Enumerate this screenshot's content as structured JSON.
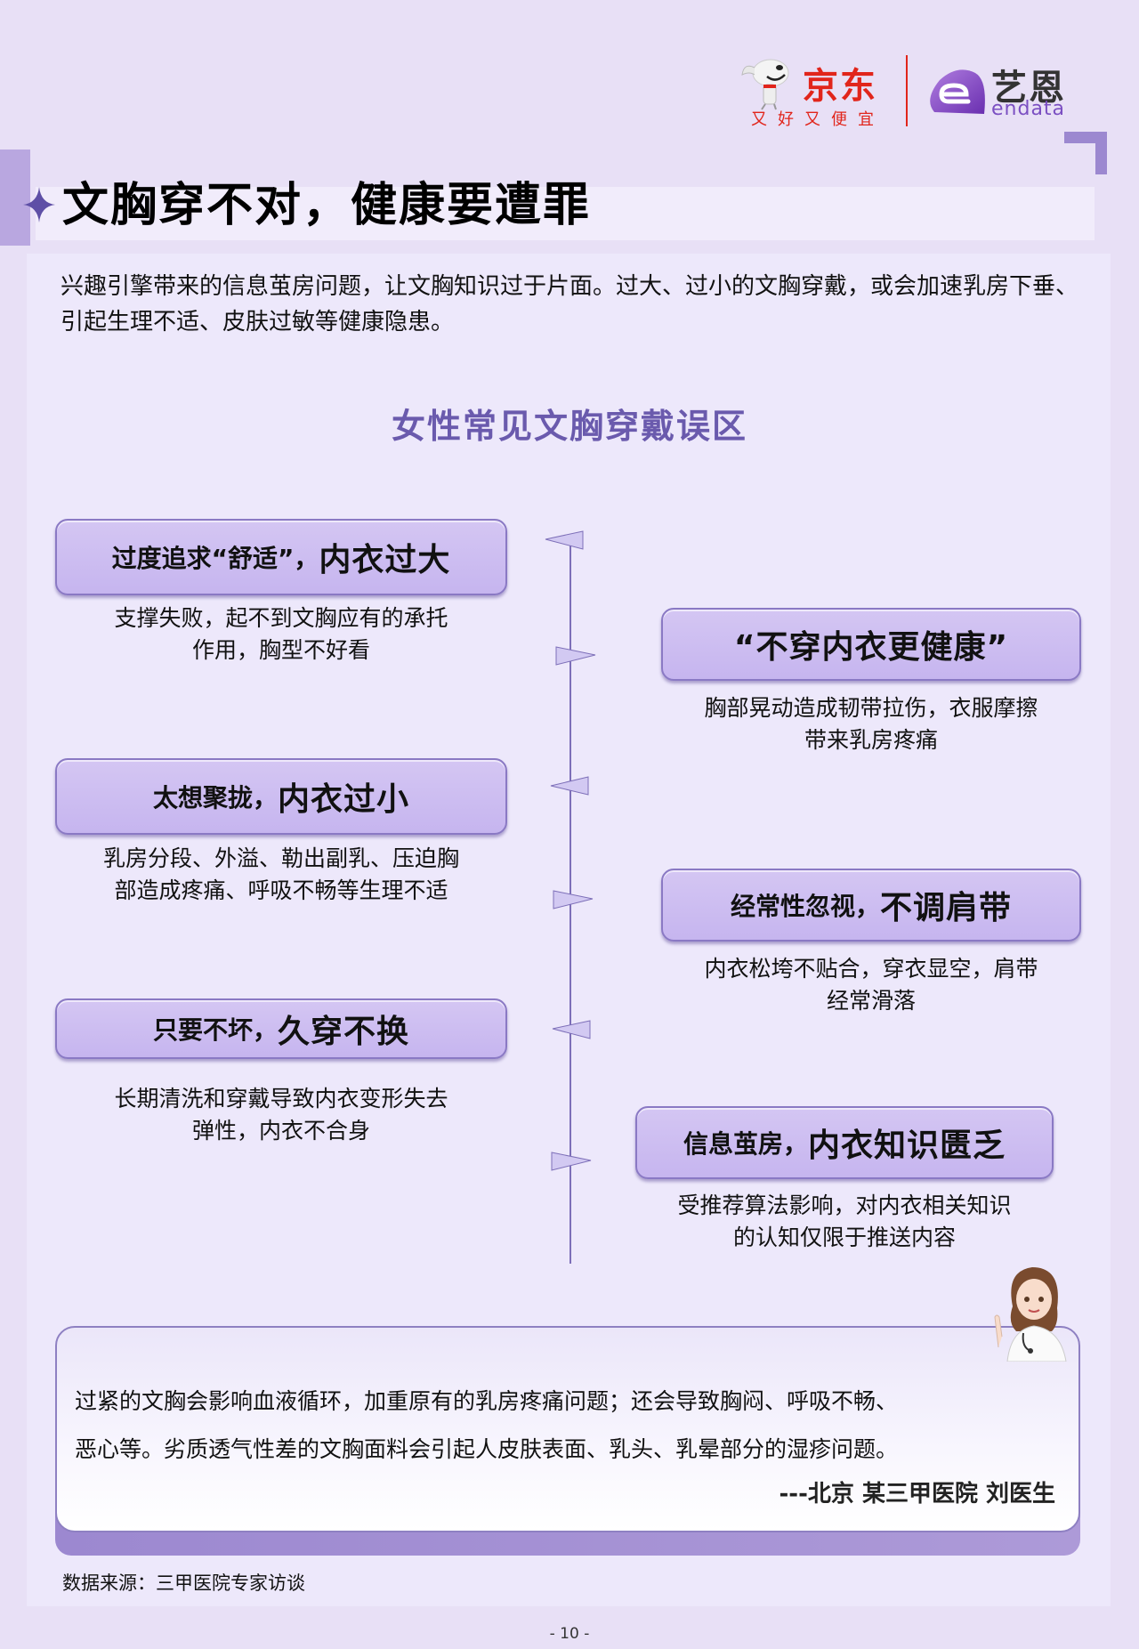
{
  "header": {
    "jd_logo": {
      "icon": "jd-dog-mascot-icon",
      "name": "京东",
      "slogan": "又好又便宜",
      "color": "#e1251b"
    },
    "endata_logo": {
      "icon": "endata-e-icon",
      "name_cn": "艺恩",
      "name_en": "endata",
      "color": "#7b4fc2"
    }
  },
  "page_title": "文胸穿不对，健康要遭罪",
  "intro": "兴趣引擎带来的信息茧房问题，让文胸知识过于片面。过大、过小的文胸穿戴，或会加速乳房下垂、引起生理不适、皮肤过敏等健康隐患。",
  "section_title": "女性常见文胸穿戴误区",
  "myths": [
    {
      "side": "left",
      "lead": "过度追求“舒适”，",
      "emphasis": "内衣过大",
      "desc_line1": "支撑失败，起不到文胸应有的承托",
      "desc_line2": "作用，胸型不好看"
    },
    {
      "side": "right",
      "lead": "",
      "emphasis": "“不穿内衣更健康”",
      "desc_line1": "胸部晃动造成韧带拉伤，衣服摩擦",
      "desc_line2": "带来乳房疼痛"
    },
    {
      "side": "left",
      "lead": "太想聚拢，",
      "emphasis": "内衣过小",
      "desc_line1": "乳房分段、外溢、勒出副乳、压迫胸",
      "desc_line2": "部造成疼痛、呼吸不畅等生理不适"
    },
    {
      "side": "right",
      "lead": "经常性忽视，",
      "emphasis": "不调肩带",
      "desc_line1": "内衣松垮不贴合，穿衣显空，肩带",
      "desc_line2": "经常滑落"
    },
    {
      "side": "left",
      "lead": "只要不坏，",
      "emphasis": "久穿不换",
      "desc_line1": "长期清洗和穿戴导致内衣变形失去",
      "desc_line2": "弹性，内衣不合身"
    },
    {
      "side": "right",
      "lead": "信息茧房，",
      "emphasis": "内衣知识匮乏",
      "desc_line1": "受推荐算法影响，对内衣相关知识",
      "desc_line2": "的认知仅限于推送内容"
    }
  ],
  "quote": {
    "line1": "过紧的文胸会影响血液循环，加重原有的乳房疼痛问题；还会导致胸闷、呼吸不畅、",
    "line2": "恶心等。劣质透气性差的文胸面料会引起人皮肤表面、乳头、乳晕部分的湿疹问题。",
    "source": "---北京 某三甲医院 刘医生",
    "illustration": "doctor-illustration"
  },
  "data_source": "数据来源：三甲医院专家访谈",
  "page_number": "- 10 -",
  "colors": {
    "background": "#e8e0f6",
    "panel": "#ede8fb",
    "accent_purple": "#6a5aad",
    "box_fill": "#cbbcf1",
    "timeline": "#7d6fb8",
    "jd_red": "#e1251b"
  }
}
